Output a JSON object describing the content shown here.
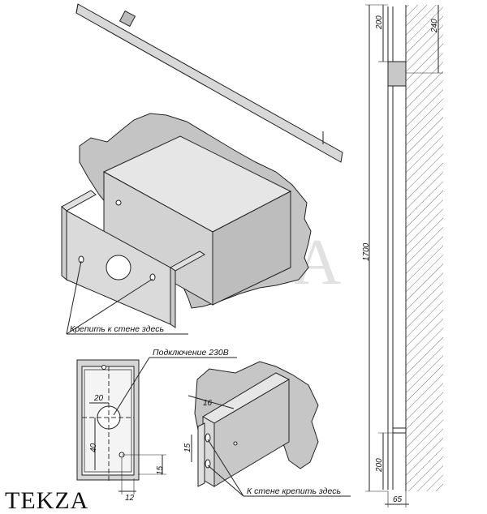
{
  "watermark": "TEKZA",
  "brand": "TEKZA",
  "notes": {
    "wall_mount": "Крепить к стене здесь",
    "power_connection": "Подключение 230В",
    "wall_mount_detail": "К стене крепить здесь"
  },
  "dimensions": {
    "total_height": "1700",
    "top_offset": "200",
    "top_bracket": "240",
    "bottom_offset": "200",
    "wall_gap": "65",
    "box_hole_x": "20",
    "box_hole_y": "40",
    "box_lower_hole": "15",
    "box_bottom_hole": "12",
    "detail_vertical": "15",
    "detail_depth": "16"
  }
}
